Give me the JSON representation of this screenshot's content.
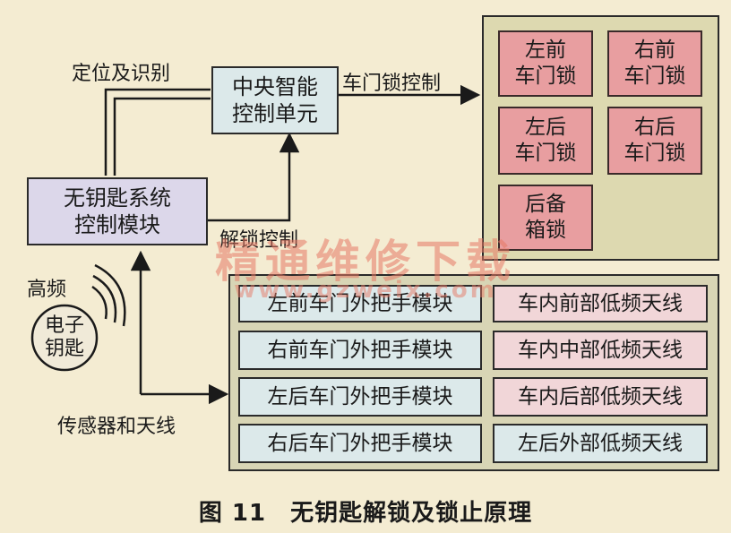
{
  "central_unit": "中央智能\n控制单元",
  "keyless_module": "无钥匙系统\n控制模块",
  "electronic_key": "电子\n钥匙",
  "labels": {
    "positioning": "定位及识别",
    "door_lock_control": "车门锁控制",
    "unlock_control": "解锁控制",
    "high_freq": "高频",
    "sensors_antennas": "传感器和天线"
  },
  "locks": [
    "左前\n车门锁",
    "右前\n车门锁",
    "左后\n车门锁",
    "右后\n车门锁",
    "后备\n箱锁"
  ],
  "handle_modules": [
    "左前车门外把手模块",
    "右前车门外把手模块",
    "左后车门外把手模块",
    "右后车门外把手模块"
  ],
  "antennas": [
    "车内前部低频天线",
    "车内中部低频天线",
    "车内后部低频天线",
    "左后外部低频天线"
  ],
  "watermark": "精通维修下载",
  "watermark_url": "www.gzweix.com",
  "caption": "图 11　无钥匙解锁及锁止原理"
}
